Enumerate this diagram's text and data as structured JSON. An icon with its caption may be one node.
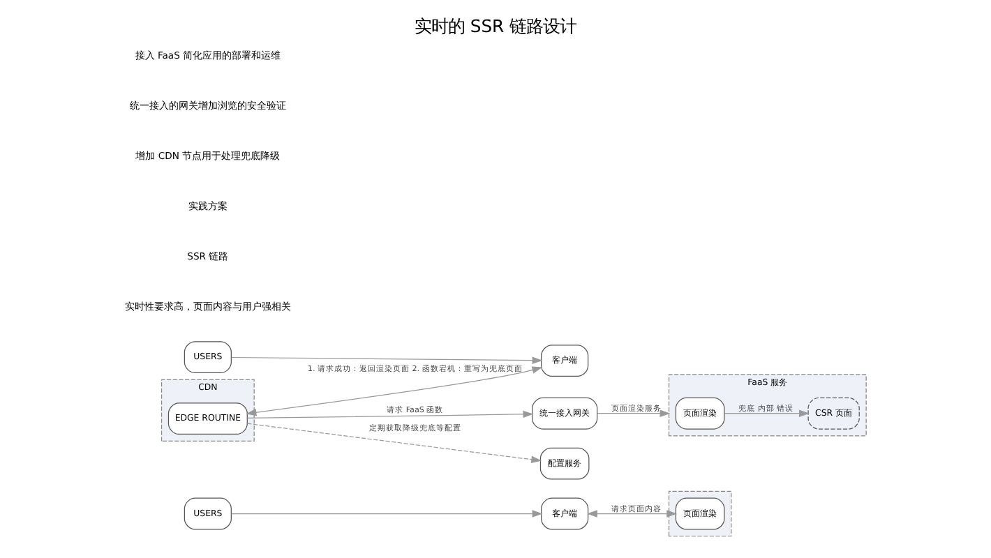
{
  "diagram": {
    "title": "实时的 SSR 链路设计",
    "nodes": [
      {
        "text": [
          "USERS"
        ]
      },
      {
        "text": [
          "客户端"
        ]
      },
      {
        "text": [],
        "shape": "box"
      },
      {
        "text": [
          "页面渲染"
        ],
        "in": 2
      },
      {
        "text": [
          "USERS"
        ]
      },
      {
        "text": [
          "客户端"
        ]
      },
      {
        "text": [
          "CDN"
        ]
      },
      {
        "text": [
          "EDGE ROUTINE"
        ],
        "in": 6
      },
      {
        "text": [
          "统一接入网关"
        ]
      },
      {
        "text": [
          "FaaS 服务"
        ]
      },
      {
        "text": [
          "页面渲染"
        ],
        "in": 9
      },
      {
        "text": [
          "CSR 页面"
        ],
        "in": 9
      },
      {
        "text": [
          "配置服务"
        ]
      }
    ],
    "edges": [
      {
        "from": 0,
        "to": 1,
        "arrow": "to"
      },
      {
        "from": 1,
        "to": 3,
        "arrow": "both",
        "label": "请求页面内容"
      },
      {
        "from": 4,
        "to": 5,
        "arrow": "to"
      },
      {
        "from": 7,
        "to": 5,
        "arrow": "both",
        "label": "1. 请求成功：返回渲染页面 2. 函数宕机：重写为兜底页面"
      },
      {
        "from": 7,
        "to": 8,
        "arrow": "to",
        "label": "请求 FaaS 函数"
      },
      {
        "from": 8,
        "to": 9,
        "arrow": "to",
        "label": "页面渲染服务"
      },
      {
        "from": 7,
        "to": 12,
        "arrow": "to",
        "label": "定期获取降级兜底等配置",
        "style": "dashed"
      },
      {
        "from": 10,
        "to": 11,
        "arrow": "to",
        "label": "兜底 内部 错误"
      }
    ],
    "labels": [
      "实时性要求高，页面内容与用户强相关",
      "SSR 链路",
      "实践方案",
      "增加 CDN 节点用于处理兜底降级",
      "统一接入的网关增加浏览的安全验证",
      "接入 FaaS 简化应用的部署和运维"
    ]
  }
}
